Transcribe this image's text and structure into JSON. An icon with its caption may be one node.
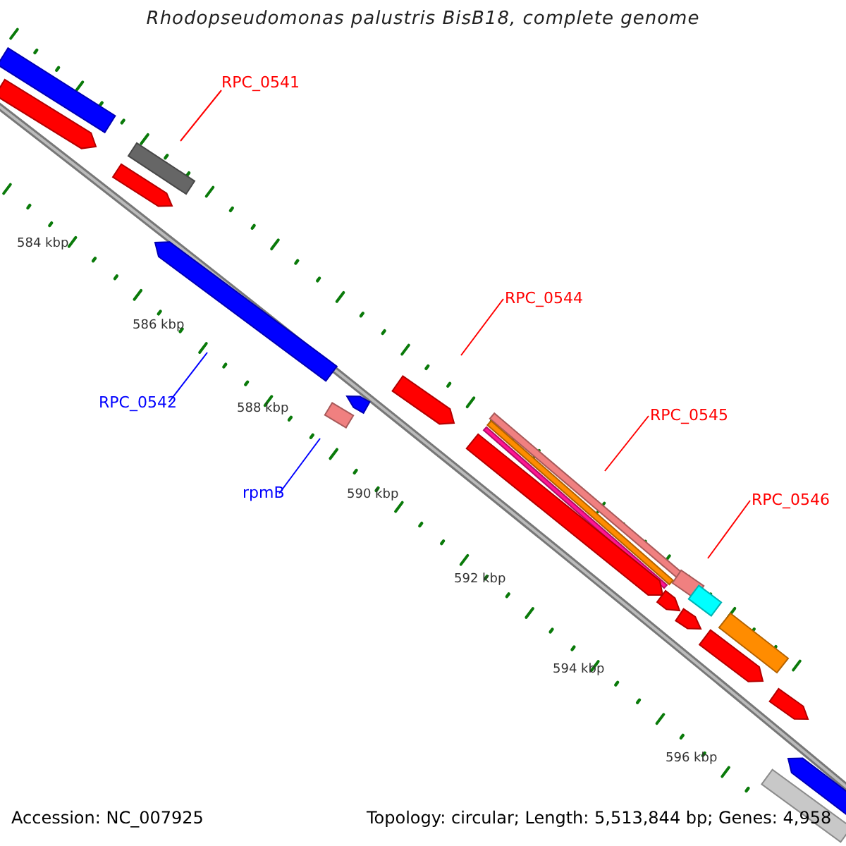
{
  "diagram": {
    "title": "Rhodopseudomonas palustris BisB18, complete genome",
    "nodes": [
      {
        "text": [
          "RPC_0541"
        ]
      },
      {
        "text": [],
        "shape": "bar"
      },
      {
        "text": [
          "RPC_0542"
        ]
      },
      {
        "text": [],
        "shape": "bar"
      },
      {
        "text": [
          "rpmB"
        ]
      },
      {
        "text": [],
        "shape": "bar"
      },
      {
        "text": [
          "RPC_0544"
        ]
      },
      {
        "text": [],
        "shape": "bar"
      },
      {
        "text": [
          "RPC_0545"
        ]
      },
      {
        "text": [],
        "shape": "bar"
      },
      {
        "text": [
          "RPC_0546"
        ]
      },
      {
        "text": [],
        "shape": "bar"
      },
      {
        "text": [],
        "shape": "bar"
      },
      {
        "text": [],
        "shape": "bar"
      },
      {
        "text": [],
        "shape": "bar"
      },
      {
        "text": [],
        "shape": "bar"
      },
      {
        "text": [],
        "shape": "bar"
      },
      {
        "text": [],
        "shape": "bar"
      },
      {
        "text": [],
        "shape": "bar"
      },
      {
        "text": [],
        "shape": "bar"
      },
      {
        "text": [],
        "shape": "bar"
      },
      {
        "text": [],
        "shape": "bar"
      },
      {
        "text": [],
        "shape": "bar"
      },
      {
        "text": [],
        "shape": "bar"
      },
      {
        "text": [],
        "shape": "bar"
      },
      {
        "text": [],
        "shape": "bar"
      },
      {
        "text": [],
        "shape": "bar"
      }
    ],
    "edges": [
      {
        "from": 0,
        "to": 1,
        "arrow": "none"
      },
      {
        "from": 2,
        "to": 3,
        "arrow": "none",
        "color": "#0000ff"
      },
      {
        "from": 4,
        "to": 5,
        "arrow": "none",
        "color": "#0000ff"
      },
      {
        "from": 6,
        "to": 7,
        "arrow": "none"
      },
      {
        "from": 8,
        "to": 9,
        "arrow": "none"
      },
      {
        "from": 10,
        "to": 11,
        "arrow": "none"
      }
    ],
    "labels": [
      "584 kbp",
      "586 kbp",
      "588 kbp",
      "590 kbp",
      "592 kbp",
      "594 kbp",
      "596 kbp",
      "Accession: NC_007925",
      "Topology: circular; Length: 5,513,844 bp; Genes: 4,958"
    ]
  }
}
